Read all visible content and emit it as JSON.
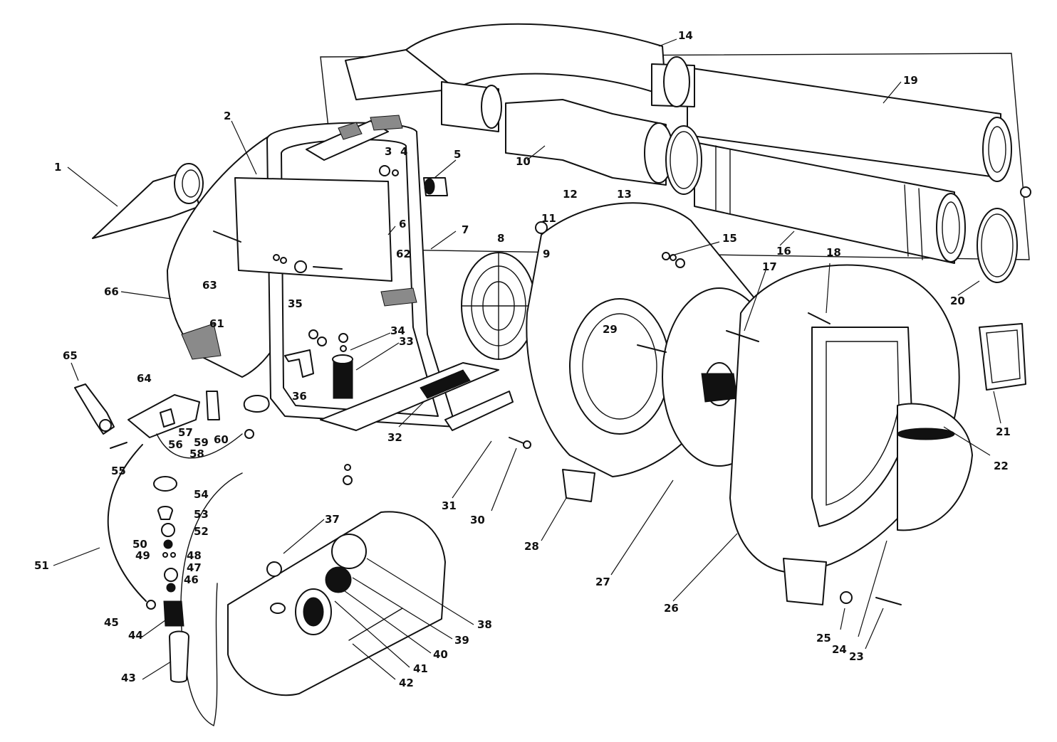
{
  "callouts": [
    "1",
    "2",
    "3",
    "4",
    "5",
    "6",
    "7",
    "8",
    "9",
    "10",
    "11",
    "12",
    "13",
    "14",
    "15",
    "16",
    "17",
    "18",
    "19",
    "20",
    "21",
    "22",
    "23",
    "24",
    "25",
    "26",
    "27",
    "28",
    "29",
    "30",
    "31",
    "32",
    "33",
    "34",
    "35",
    "36",
    "37",
    "38",
    "39",
    "40",
    "41",
    "42",
    "43",
    "44",
    "45",
    "46",
    "47",
    "48",
    "49",
    "50",
    "51",
    "52",
    "53",
    "54",
    "55",
    "56",
    "57",
    "58",
    "59",
    "60",
    "61",
    "62",
    "63",
    "64",
    "65",
    "66"
  ]
}
